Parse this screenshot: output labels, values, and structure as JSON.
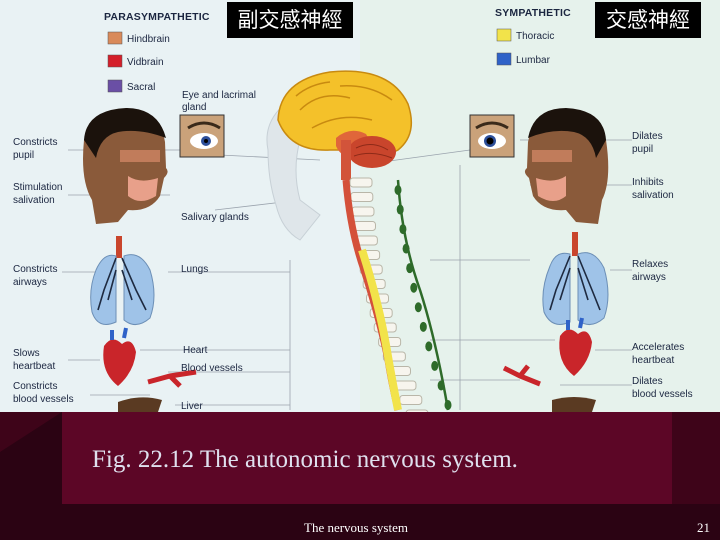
{
  "titles": {
    "parasympathetic_zh": "副交感神經",
    "sympathetic_zh": "交感神經"
  },
  "legend": {
    "parasympathetic": {
      "heading": "PARASYMPATHETIC",
      "items": [
        {
          "label": "Hindbrain",
          "color": "#d98a5a"
        },
        {
          "label": "Vidbrain",
          "color": "#d41f2a"
        },
        {
          "label": "Sacral",
          "color": "#6a4fa5"
        }
      ]
    },
    "sympathetic": {
      "heading": "SYMPATHETIC",
      "items": [
        {
          "label": "Thoracic",
          "color": "#f2e34a"
        },
        {
          "label": "Lumbar",
          "color": "#2f62c8"
        }
      ]
    }
  },
  "organs": {
    "eye": "Eye and lacrimal\ngland",
    "salivary": "Salivary glands",
    "lungs": "Lungs",
    "heart": "Heart",
    "vessels": "Blood vessels",
    "liver": "Liver"
  },
  "para_effects": {
    "pupil": "Constricts\npupil",
    "saliva": "Stimulation\nsalivation",
    "airways": "Constricts\nairways",
    "heartbeat": "Slows\nheartbeat",
    "vessels": "Constricts\nblood vessels"
  },
  "symp_effects": {
    "pupil": "Dilates\npupil",
    "saliva": "Inhibits\nsalivation",
    "airways": "Relaxes\nairways",
    "heartbeat": "Accelerates\nheartbeat",
    "vessels": "Dilates\nblood vessels"
  },
  "caption": "Fig. 22.12 The autonomic nervous system.",
  "footer": "The nervous system",
  "page_number": "21"
}
